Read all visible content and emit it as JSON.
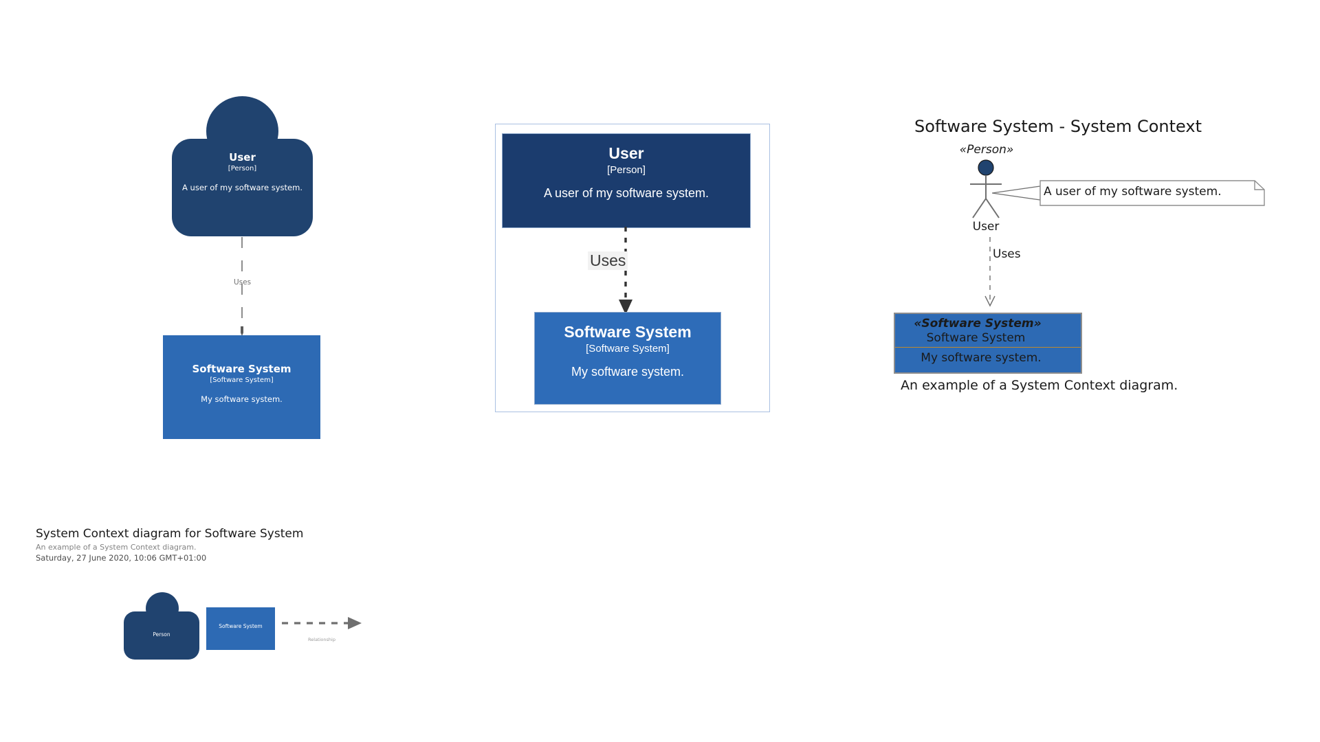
{
  "page": {
    "background": "#ffffff"
  },
  "colors": {
    "person_fill": "#20436f",
    "person_fill_dot": "#1b3c6e",
    "system_fill": "#2d6ab4",
    "system_fill_dot": "#2e6cb8",
    "relationship_line": "#707070",
    "relationship_line_dot": "#333333",
    "plantuml_border": "#8d8d8d",
    "plantuml_divider": "#c08a2e",
    "text_light": "#ffffff",
    "text_dark": "#1a1a1a",
    "muted": "#838383"
  },
  "diagram_structurizr": {
    "person": {
      "name": "User",
      "technology": "[Person]",
      "description": "A user of my software system.",
      "shape": "person"
    },
    "system": {
      "name": "Software System",
      "technology": "[Software System]",
      "description": "My software system.",
      "shape": "box"
    },
    "relationship": {
      "label": "Uses",
      "style": "dashed",
      "direction": "down"
    }
  },
  "diagram_dot": {
    "person": {
      "name": "User",
      "technology": "[Person]",
      "description": "A user of my software system."
    },
    "system": {
      "name": "Software System",
      "technology": "[Software System]",
      "description": "My software system."
    },
    "relationship": {
      "label": "Uses",
      "style": "dashed",
      "direction": "down"
    }
  },
  "diagram_plantuml": {
    "title": "Software System - System Context",
    "actor": {
      "stereotype": "«Person»",
      "label": "User"
    },
    "note": {
      "text": "A user of my software system."
    },
    "system": {
      "stereotype": "«Software System»",
      "name": "Software System",
      "description": "My software system."
    },
    "relationship": {
      "label": "Uses",
      "style": "dashed"
    },
    "caption": "An example of a System Context diagram."
  },
  "footer": {
    "title": "System Context diagram for Software System",
    "subtitle": "An example of a System Context diagram.",
    "timestamp": "Saturday, 27 June 2020, 10:06 GMT+01:00"
  },
  "key": {
    "person_label": "Person",
    "system_label": "Software System",
    "relationship_label": "Relationship"
  }
}
